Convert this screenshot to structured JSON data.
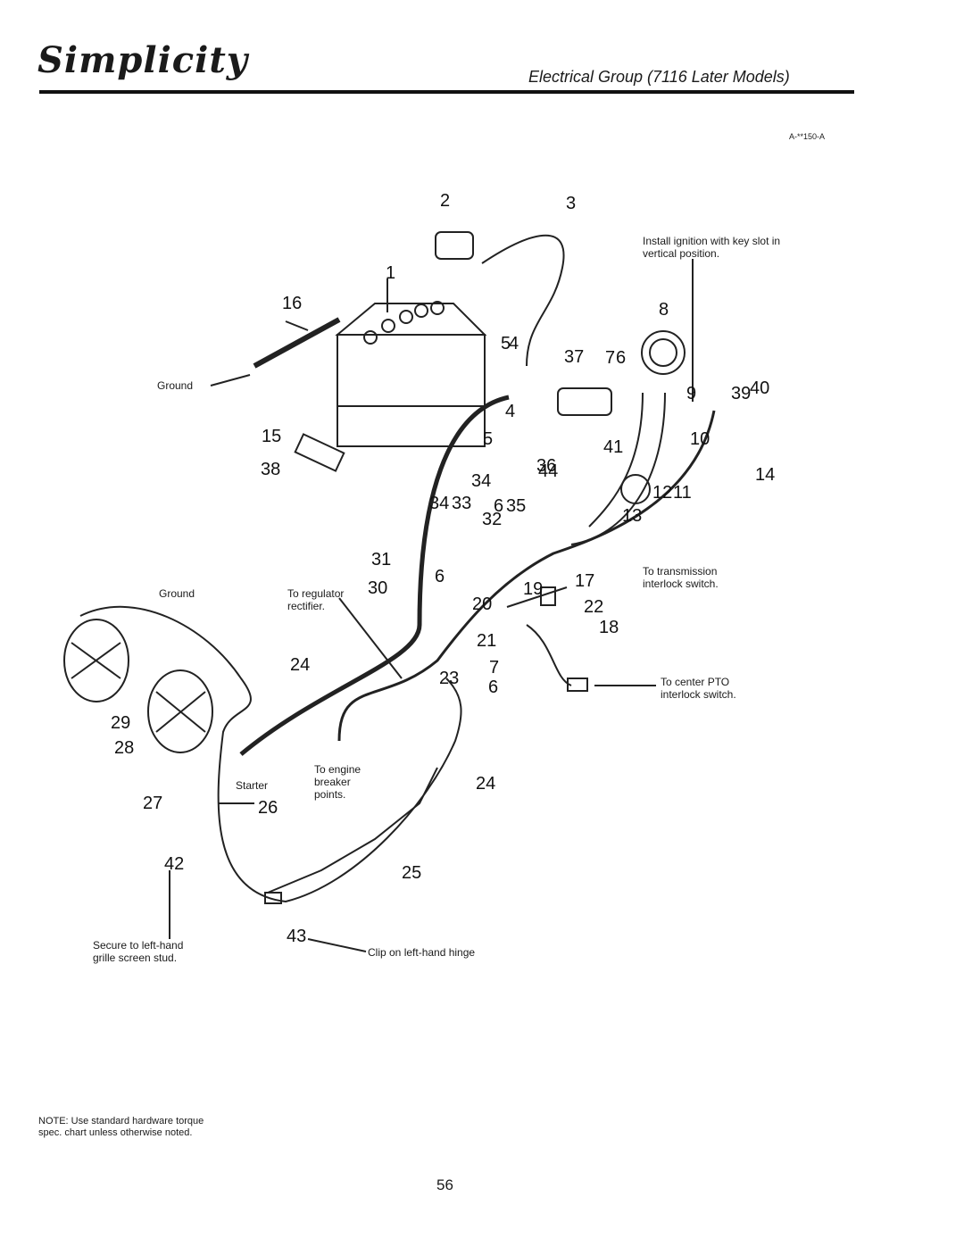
{
  "header": {
    "brand": "Simplicity",
    "title": "Electrical Group (7116 Later Models)",
    "ref_code": "A-**150-A"
  },
  "callouts": {
    "install_ignition": "Install ignition with key slot in vertical position.",
    "ground_top": "Ground",
    "ground_left": "Ground",
    "regulator": "To regulator rectifier.",
    "transmission": "To transmission interlock switch.",
    "pto": "To center PTO interlock switch.",
    "engine": "To engine breaker points.",
    "starter": "Starter",
    "secure": "Secure to left-hand grille screen stud.",
    "clip": "Clip on left-hand hinge"
  },
  "part_numbers": [
    "1",
    "2",
    "3",
    "4",
    "4",
    "5",
    "5",
    "6",
    "6",
    "6",
    "6",
    "7",
    "7",
    "8",
    "9",
    "10",
    "11",
    "12",
    "13",
    "14",
    "15",
    "16",
    "17",
    "18",
    "19",
    "20",
    "21",
    "22",
    "23",
    "24",
    "24",
    "25",
    "26",
    "27",
    "28",
    "29",
    "30",
    "31",
    "32",
    "33",
    "34",
    "34",
    "35",
    "36",
    "37",
    "38",
    "39",
    "40",
    "41",
    "42",
    "43",
    "44"
  ],
  "footer": {
    "note": "NOTE: Use standard hardware torque spec. chart unless otherwise noted.",
    "page": "56"
  }
}
